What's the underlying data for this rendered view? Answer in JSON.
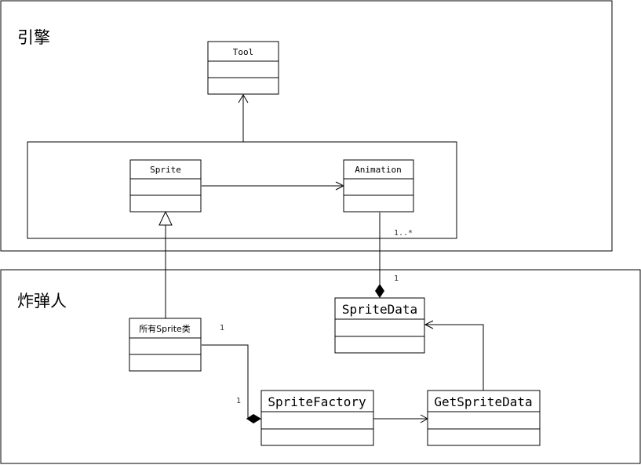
{
  "packages": {
    "engine": {
      "label": "引擎"
    },
    "bomberman": {
      "label": "炸弹人"
    }
  },
  "classes": {
    "tool": {
      "name": "Tool"
    },
    "sprite": {
      "name": "Sprite"
    },
    "animation": {
      "name": "Animation"
    },
    "all_sprites": {
      "name": "所有Sprite类"
    },
    "sprite_data": {
      "name": "SpriteData"
    },
    "sprite_factory": {
      "name": "SpriteFactory"
    },
    "get_sprite_data": {
      "name": "GetSpriteData"
    }
  },
  "multiplicities": {
    "animation_end": "1..*",
    "sprite_data_end": "1",
    "all_sprites_end": "1",
    "factory_end": "1"
  }
}
